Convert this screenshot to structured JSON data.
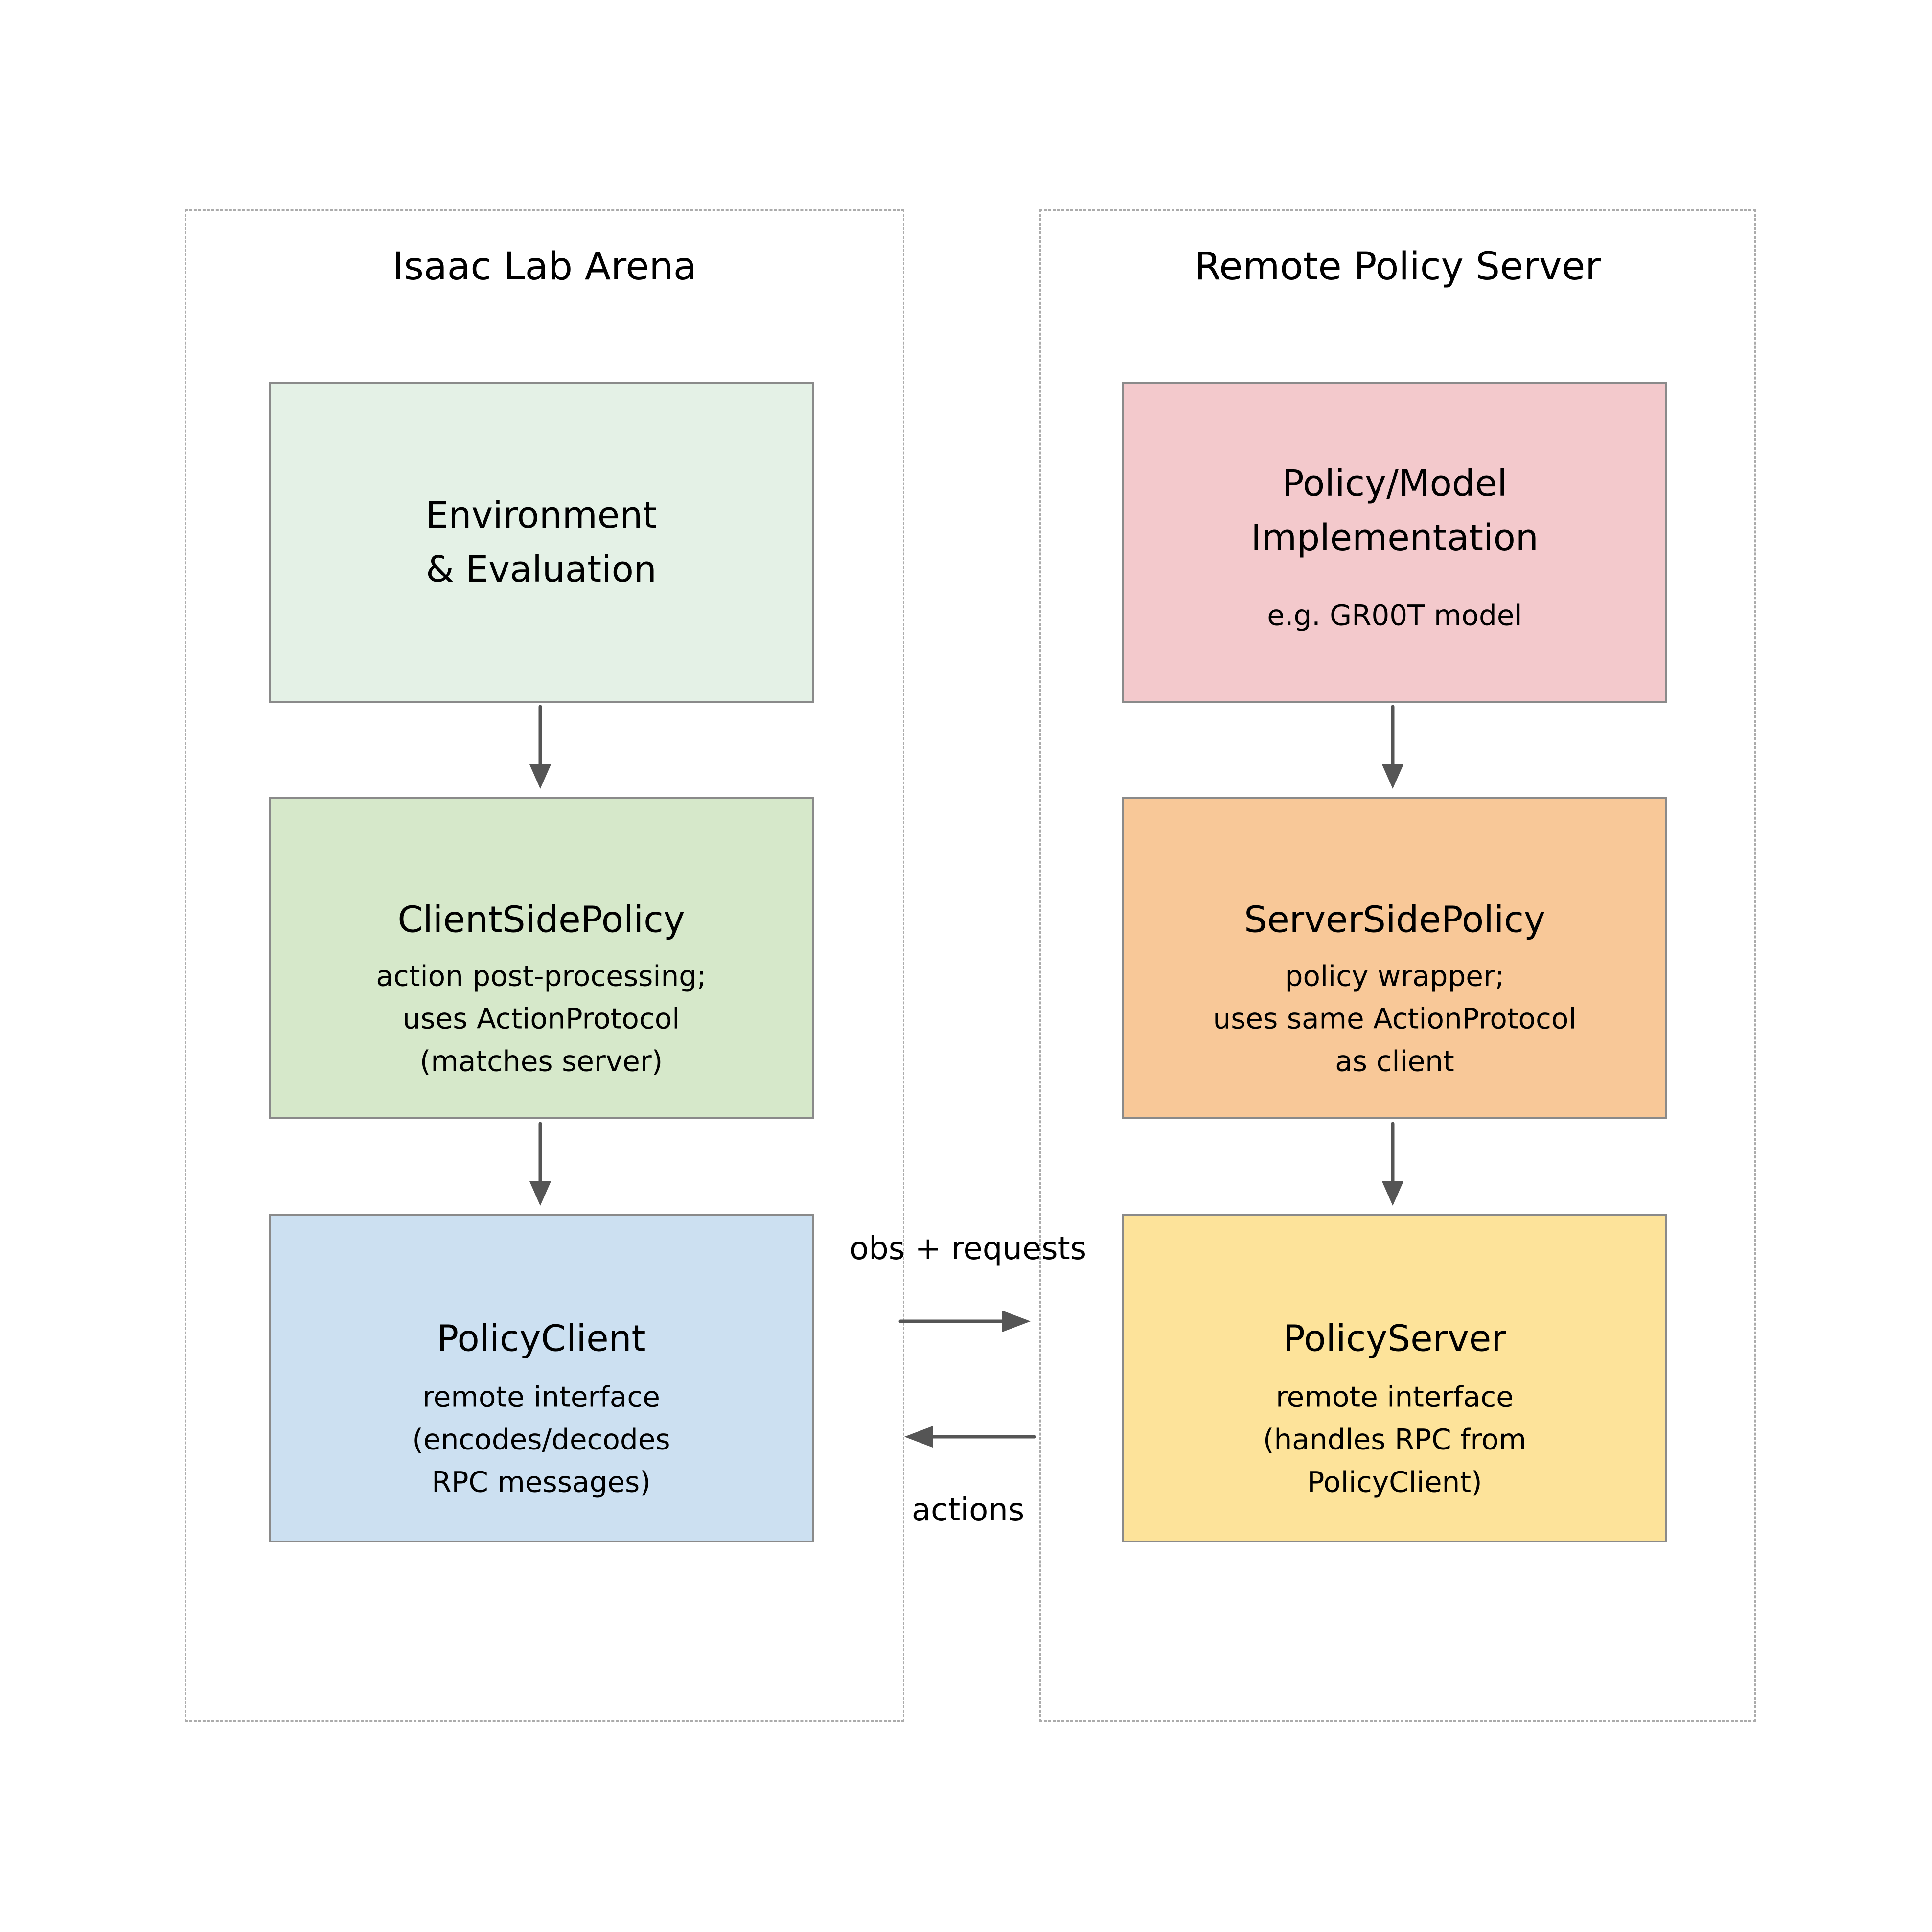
{
  "left": {
    "title": "Isaac Lab Arena",
    "boxes": [
      {
        "title": "Environment\n& Evaluation",
        "body": "",
        "color": "#e4f1e6"
      },
      {
        "title": "ClientSidePolicy",
        "body": "action post-processing;\nuses ActionProtocol\n(matches server)",
        "color": "#d6e8ca"
      },
      {
        "title": "PolicyClient",
        "body": "remote interface\n(encodes/decodes\nRPC messages)",
        "color": "#cce0f1"
      }
    ]
  },
  "right": {
    "title": "Remote Policy Server",
    "boxes": [
      {
        "title": "Policy/Model\nImplementation",
        "body": "e.g. GR00T model",
        "color": "#f3c9cc"
      },
      {
        "title": "ServerSidePolicy",
        "body": "policy wrapper;\nuses same ActionProtocol\nas client",
        "color": "#f8c898"
      },
      {
        "title": "PolicyServer",
        "body": "remote interface\n(handles RPC from\nPolicyClient)",
        "color": "#fde39a"
      }
    ]
  },
  "flow_labels": {
    "request": "obs + requests",
    "response": "actions"
  },
  "colors": {
    "box_border": "#8a8a8a",
    "group_border": "#ababab",
    "arrow": "#555555",
    "background": "#ffffff",
    "text": "#000000"
  }
}
